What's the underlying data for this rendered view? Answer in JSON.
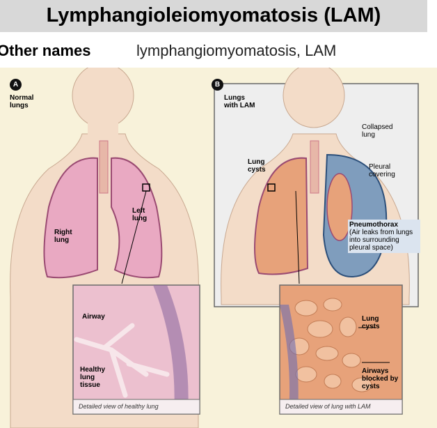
{
  "infobox": {
    "title": "Lymphangioleiomyomatosis (LAM)",
    "other_names_label": "Other names",
    "other_names_value": "lymphangiomyomatosis, LAM"
  },
  "figure": {
    "panel_a": {
      "badge": "A",
      "heading": "Normal lungs",
      "right_lung": "Right lung",
      "left_lung": "Left lung",
      "inset_airway": "Airway",
      "inset_tissue": "Healthy lung tissue",
      "inset_caption": "Detailed view of healthy lung"
    },
    "panel_b": {
      "badge": "B",
      "heading": "Lungs with LAM",
      "collapsed_lung": "Collapsed lung",
      "lung_cysts": "Lung cysts",
      "pleural_covering": "Pleural covering",
      "pneumothorax_title": "Pneumothorax",
      "pneumothorax_desc": "(Air leaks from lungs into surrounding pleural space)",
      "inset_cysts": "Lung cysts",
      "inset_airways": "Airways blocked by cysts",
      "inset_caption": "Detailed view of lung with LAM"
    }
  },
  "colors": {
    "title_bar": "#d8d8d8",
    "figure_bg": "#f8f2da",
    "lung_pink": "#e9a9c2",
    "cyst_orange": "#e7a27a",
    "pneumothorax_blue": "#7f9dbd"
  }
}
